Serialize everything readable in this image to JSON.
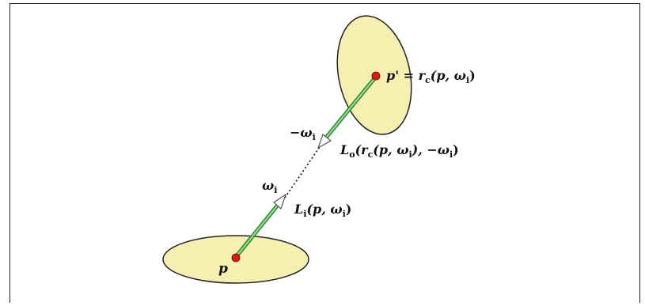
{
  "diagram": {
    "labels": {
      "p": "p",
      "p_prime": "p' = r",
      "p_prime_sub": "c",
      "p_prime_args": "(p, ω",
      "p_prime_args_sub": "i",
      "p_prime_close": ")",
      "neg_omega": "−ω",
      "neg_omega_sub": "i",
      "omega": "ω",
      "omega_sub": "i",
      "Lo_main": "L",
      "Lo_sub": "o",
      "Lo_mid": "(r",
      "Lo_mid_sub": "c",
      "Lo_args": "(p, ω",
      "Lo_args_sub": "i",
      "Lo_end": "), −ω",
      "Lo_end_sub": "i",
      "Lo_close": ")",
      "Li_main": "L",
      "Li_sub": "i",
      "Li_args": "(p, ω",
      "Li_args_sub": "i",
      "Li_close": ")"
    },
    "colors": {
      "disc_fill": "#f6f0b0",
      "disc_stroke": "#222222",
      "ray_green": "#3cb43c",
      "point_red": "#e01818",
      "arrow_fill": "#ffffff"
    }
  }
}
